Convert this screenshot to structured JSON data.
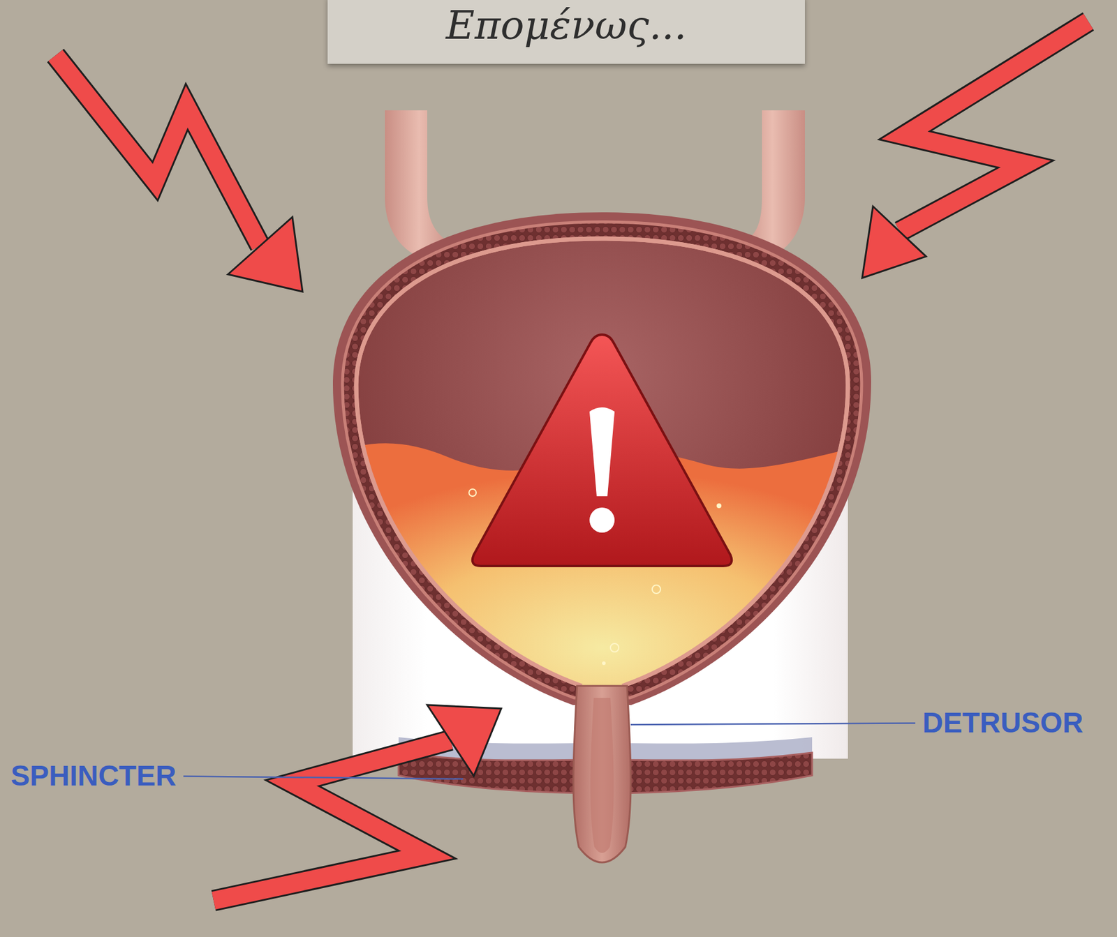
{
  "diagram": {
    "title": "Επομένως...",
    "labels": [
      "SPHINCTER",
      "DETRUSOR"
    ]
  }
}
